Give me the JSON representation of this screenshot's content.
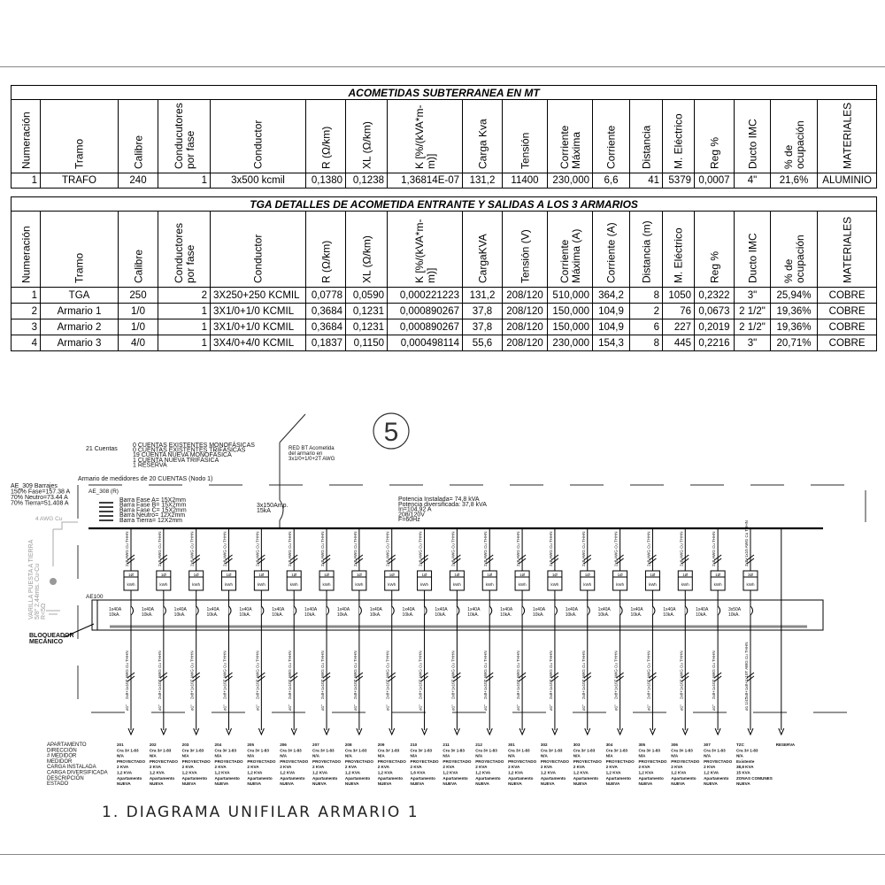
{
  "table1": {
    "title": "ACOMETIDAS SUBTERRANEA EN MT",
    "headers": [
      "Numeración",
      "Tramo",
      "Calibre",
      "Conducutores\npor fase",
      "Conductor",
      "R (Ω/km)",
      "XL (Ω/km)",
      "K [%/(kVA*m-\nm)]",
      "Carga Kva",
      "Tensión",
      "Corriente\nMáxima",
      "Corriente",
      "Distancia",
      "M. Eléctrico",
      "Reg %",
      "Ducto IMC",
      "% de\nocupación",
      "MATERIALES"
    ],
    "rows": [
      [
        "1",
        "TRAFO",
        "240",
        "1",
        "3x500 kcmil",
        "0,1380",
        "0,1238",
        "1,36814E-07",
        "131,2",
        "11400",
        "230,000",
        "6,6",
        "41",
        "5379",
        "0,0007",
        "4\"",
        "21,6%",
        "ALUMINIO"
      ]
    ]
  },
  "table2": {
    "title": "TGA DETALLES DE ACOMETIDA ENTRANTE Y SALIDAS A LOS 3 ARMARIOS",
    "headers": [
      "Numeración",
      "Tramo",
      "Calibre",
      "Conductores\npor fase",
      "Conductor",
      "R (Ω/km)",
      "XL (Ω/km)",
      "K [%/(kVA*m-\nm)]",
      "CargaKVA",
      "Tensión (V)",
      "Corriente\nMáxima (A)",
      "Corriente (A)",
      "Distancia (m)",
      "M. Eléctrico",
      "Reg %",
      "Ducto IMC",
      "% de\nocupación",
      "MATERIALES"
    ],
    "rows": [
      [
        "1",
        "TGA",
        "250",
        "2",
        "3X250+250 KCMIL",
        "0,0778",
        "0,0590",
        "0,000221223",
        "131,2",
        "208/120",
        "510,000",
        "364,2",
        "8",
        "1050",
        "0,2322",
        "3\"",
        "25,94%",
        "COBRE"
      ],
      [
        "2",
        "Armario 1",
        "1/0",
        "1",
        "3X1/0+1/0 KCMIL",
        "0,3684",
        "0,1231",
        "0,000890267",
        "37,8",
        "208/120",
        "150,000",
        "104,9",
        "2",
        "76",
        "0,0673",
        "2 1/2\"",
        "19,36%",
        "COBRE"
      ],
      [
        "3",
        "Armario 2",
        "1/0",
        "1",
        "3X1/0+1/0 KCMIL",
        "0,3684",
        "0,1231",
        "0,000890267",
        "37,8",
        "208/120",
        "150,000",
        "104,9",
        "6",
        "227",
        "0,2019",
        "2 1/2\"",
        "19,36%",
        "COBRE"
      ],
      [
        "4",
        "Armario 3",
        "4/0",
        "1",
        "3X4/0+4/0 KCMIL",
        "0,1837",
        "0,1150",
        "0,000498114",
        "55,6",
        "208/120",
        "230,000",
        "154,3",
        "8",
        "445",
        "0,2216",
        "3\"",
        "20,71%",
        "COBRE"
      ]
    ]
  },
  "diagram": {
    "node_number": "5",
    "cuentas_label": "21 Cuentas",
    "cuentas_lines": [
      "0 CUENTAS EXISTENTES MONOFÁSICAS",
      "0 CUENTAS EXISTENTES TRIFÁSICAS",
      "19 CUENTA NUEVA MONOFÁSICA",
      "1 CUENTA NUEVA TRIFÁSICA",
      "1 RESERVA"
    ],
    "red_lines": [
      "RED BT Acometida",
      "del armario en",
      "3x1/0+1/0+2T AWG"
    ],
    "armario_label": "Armario de   medidores de 20 CUENTAS (Nodo 1)",
    "barrajes": [
      "AE_309 Barrajes",
      "150% Fase=157.38 A",
      "70% Neutro=73.44 A",
      "70% Tierra=51.408 A"
    ],
    "ground_wire": "4 AWG Cu",
    "ae308": "AE_308   (R)",
    "barras": [
      "Barra Fase A=      15X2mm",
      "Barra Fase B=      15X2mm",
      "Barra Fase C=      15X2mm",
      "Barra Neutro=   12X2mm",
      "Barra Tierra=    12X2mm"
    ],
    "main_breaker": [
      "3x150Amp.",
      "15kA"
    ],
    "potencia": [
      "Potencia Instalada= 74,8 kVA",
      "Potencia diversificada: 37,8 kVA",
      "In=104,92 A",
      "208/120V",
      "F=60Hz"
    ],
    "varilla": [
      "VARILLA PUESTA A TIERRA",
      "5/8\" 2,44mts. Cu-Cu",
      "R<5Ω"
    ],
    "ae100": "AE100",
    "bloqueador": [
      "BLOQUEADOR",
      "MECANICO"
    ],
    "circuits": [
      {
        "in": "2x8 AWG Cu THHN",
        "meter": "1Ø",
        "meter_unit": "kWh",
        "breaker": [
          "1x40A",
          "10kA."
        ],
        "out": "2x8+1x10T AWG Cu THHN",
        "duct": "ø1\""
      },
      {
        "in": "2x8 AWG Cu THHN",
        "meter": "1Ø",
        "meter_unit": "kWh",
        "breaker": [
          "1x40A",
          "10kA."
        ],
        "out": "2x8+1x10T AWG Cu THHN",
        "duct": "ø1\""
      },
      {
        "in": "2x8 AWG Cu THHN",
        "meter": "1Ø",
        "meter_unit": "kWh",
        "breaker": [
          "1x40A",
          "10kA."
        ],
        "out": "2x8+1x10T AWG Cu THHN",
        "duct": "ø1\""
      },
      {
        "in": "2x8 AWG Cu THHN",
        "meter": "1Ø",
        "meter_unit": "kWh",
        "breaker": [
          "1x40A",
          "10kA."
        ],
        "out": "2x8+1x10T AWG Cu THHN",
        "duct": "ø1\""
      },
      {
        "in": "2x8 AWG Cu THHN",
        "meter": "1Ø",
        "meter_unit": "kWh",
        "breaker": [
          "1x40A",
          "10kA."
        ],
        "out": "2x8+1x10T AWG Cu THHN",
        "duct": "ø1\""
      },
      {
        "in": "2x8 AWG Cu THHN",
        "meter": "1Ø",
        "meter_unit": "kWh",
        "breaker": [
          "1x40A",
          "10kA."
        ],
        "out": "2x8+1x10T AWG Cu THHN",
        "duct": "ø1\""
      },
      {
        "in": "2x8 AWG Cu THHN",
        "meter": "1Ø",
        "meter_unit": "kWh",
        "breaker": [
          "1x40A",
          "10kA."
        ],
        "out": "2x8+1x10T AWG Cu THHN",
        "duct": "ø1\""
      },
      {
        "in": "2x8 AWG Cu THHN",
        "meter": "1Ø",
        "meter_unit": "kWh",
        "breaker": [
          "1x40A",
          "10kA."
        ],
        "out": "2x8+1x10T AWG Cu THHN",
        "duct": "ø1\""
      },
      {
        "in": "2x8 AWG Cu THHN",
        "meter": "1Ø",
        "meter_unit": "kWh",
        "breaker": [
          "1x40A",
          "10kA."
        ],
        "out": "2x8+1x10T AWG Cu THHN",
        "duct": "ø1\""
      },
      {
        "in": "2x8 AWG Cu THHN",
        "meter": "1Ø",
        "meter_unit": "kWh",
        "breaker": [
          "1x40A",
          "10kA."
        ],
        "out": "2x8+1x10T AWG Cu THHN",
        "duct": "ø1\""
      },
      {
        "in": "2x8 AWG Cu THHN",
        "meter": "1Ø",
        "meter_unit": "kWh",
        "breaker": [
          "1x40A",
          "10kA."
        ],
        "out": "2x8+1x10T AWG Cu THHN",
        "duct": "ø1\""
      },
      {
        "in": "2x8 AWG Cu THHN",
        "meter": "1Ø",
        "meter_unit": "kWh",
        "breaker": [
          "1x40A",
          "10kA."
        ],
        "out": "2x8+1x10T AWG Cu THHN",
        "duct": "ø1\""
      },
      {
        "in": "2x8 AWG Cu THHN",
        "meter": "1Ø",
        "meter_unit": "kWh",
        "breaker": [
          "1x40A",
          "10kA."
        ],
        "out": "2x8+1x10T AWG Cu THHN",
        "duct": "ø1\""
      },
      {
        "in": "2x8 AWG Cu THHN",
        "meter": "1Ø",
        "meter_unit": "kWh",
        "breaker": [
          "1x40A",
          "10kA."
        ],
        "out": "2x8+1x10T AWG Cu THHN",
        "duct": "ø1\""
      },
      {
        "in": "2x8 AWG Cu THHN",
        "meter": "1Ø",
        "meter_unit": "kWh",
        "breaker": [
          "1x40A",
          "10kA."
        ],
        "out": "2x8+1x10T AWG Cu THHN",
        "duct": "ø1\""
      },
      {
        "in": "2x8 AWG Cu THHN",
        "meter": "1Ø",
        "meter_unit": "kWh",
        "breaker": [
          "1x40A",
          "10kA."
        ],
        "out": "2x8+1x10T AWG Cu THHN",
        "duct": "ø1\""
      },
      {
        "in": "2x8 AWG Cu THHN",
        "meter": "1Ø",
        "meter_unit": "kWh",
        "breaker": [
          "1x40A",
          "10kA."
        ],
        "out": "2x8+1x10T AWG Cu THHN",
        "duct": "ø1\""
      },
      {
        "in": "2x8 AWG Cu THHN",
        "meter": "1Ø",
        "meter_unit": "kWh",
        "breaker": [
          "1x40A",
          "10kA."
        ],
        "out": "2x8+1x10T AWG Cu THHN",
        "duct": "ø1\""
      },
      {
        "in": "2x8 AWG Cu THHN",
        "meter": "1Ø",
        "meter_unit": "kWh",
        "breaker": [
          "1x40A",
          "10kA."
        ],
        "out": "2x8+1x10T AWG Cu THHN",
        "duct": "ø1\""
      },
      {
        "in": "3x8+1x10 AWG Cu THHN",
        "meter": "3Ø",
        "meter_unit": "kWh",
        "breaker": [
          "3x50A",
          "10kA."
        ],
        "out": "3x8+1x8+1x10T AWG Cu THHN",
        "duct": "ø1 1/4\""
      }
    ],
    "row_labels": [
      "APARTAMENTO",
      "DIRECCIÓN",
      "# MEDIDOR",
      "MEDIDOR",
      "CARGA INSTALADA",
      "CARGA DIVERSIFICADA",
      "DESCRIPCIÓN",
      "ESTADO"
    ],
    "loads": [
      [
        "201",
        "Cra 3# 1-83",
        "N/A",
        "PROYECTADO",
        "2 KVA",
        "1,2 KVA",
        "Apartamento",
        "NUEVA"
      ],
      [
        "202",
        "Cra 3# 1-83",
        "N/A",
        "PROYECTADO",
        "2 KVA",
        "1,2 KVA",
        "Apartamento",
        "NUEVA"
      ],
      [
        "203",
        "Cra 3# 1-83",
        "N/A",
        "PROYECTADO",
        "2 KVA",
        "1,2 KVA",
        "Apartamento",
        "NUEVA"
      ],
      [
        "204",
        "Cra 3# 1-83",
        "N/A",
        "PROYECTADO",
        "2 KVA",
        "1,2 KVA",
        "Apartamento",
        "NUEVA"
      ],
      [
        "205",
        "Cra 3# 1-83",
        "N/A",
        "PROYECTADO",
        "2 KVA",
        "1,2 KVA",
        "Apartamento",
        "NUEVA"
      ],
      [
        "206",
        "Cra 3# 1-83",
        "N/A",
        "PROYECTADO",
        "2 KVA",
        "1,2 KVA",
        "Apartamento",
        "NUEVA"
      ],
      [
        "207",
        "Cra 3# 1-83",
        "N/A",
        "PROYECTADO",
        "2 KVA",
        "1,2 KVA",
        "Apartamento",
        "NUEVA"
      ],
      [
        "208",
        "Cra 3# 1-83",
        "N/A",
        "PROYECTADO",
        "2 KVA",
        "1,2 KVA",
        "Apartamento",
        "NUEVA"
      ],
      [
        "209",
        "Cra 3# 1-83",
        "N/A",
        "PROYECTADO",
        "2 KVA",
        "1,2 KVA",
        "Apartamento",
        "NUEVA"
      ],
      [
        "210",
        "Cra 3# 1-83",
        "N/A",
        "PROYECTADO",
        "2 KVA",
        "1,6 KVA",
        "Apartamento",
        "NUEVA"
      ],
      [
        "211",
        "Cra 3# 1-83",
        "N/A",
        "PROYECTADO",
        "2 KVA",
        "1,2 KVA",
        "Apartamento",
        "NUEVA"
      ],
      [
        "212",
        "Cra 3# 1-83",
        "N/A",
        "PROYECTADO",
        "2 KVA",
        "1,2 KVA",
        "Apartamento",
        "NUEVA"
      ],
      [
        "301",
        "Cra 3# 1-83",
        "N/A",
        "PROYECTADO",
        "2 KVA",
        "1,2 KVA",
        "Apartamento",
        "NUEVA"
      ],
      [
        "302",
        "Cra 3# 1-83",
        "N/A",
        "PROYECTADO",
        "2 KVA",
        "1,2 KVA",
        "Apartamento",
        "NUEVA"
      ],
      [
        "303",
        "Cra 3# 1-83",
        "N/A",
        "PROYECTADO",
        "2 KVA",
        "1,2 KVA",
        "Apartamento",
        "NUEVA"
      ],
      [
        "304",
        "Cra 3# 1-83",
        "N/A",
        "PROYECTADO",
        "2 KVA",
        "1,2 KVA",
        "Apartamento",
        "NUEVA"
      ],
      [
        "305",
        "Cra 3# 1-83",
        "N/A",
        "PROYECTADO",
        "2 KVA",
        "1,2 KVA",
        "Apartamento",
        "NUEVA"
      ],
      [
        "306",
        "Cra 3# 1-83",
        "N/A",
        "PROYECTADO",
        "2 KVA",
        "1,2 KVA",
        "Apartamento",
        "NUEVA"
      ],
      [
        "307",
        "Cra 3# 1-83",
        "N/A",
        "PROYECTADO",
        "2 KVA",
        "1,2 KVA",
        "Apartamento",
        "NUEVA"
      ],
      [
        "TZC",
        "Cra 3# 1-83",
        "N/A",
        "Existente",
        "38,8 KVA",
        "15 KVA",
        "ZONAS COMUNES",
        "NUEVA"
      ]
    ],
    "reserva": "RESERVA"
  },
  "title": "1.  DIAGRAMA  UNIFILAR  ARMARIO  1"
}
